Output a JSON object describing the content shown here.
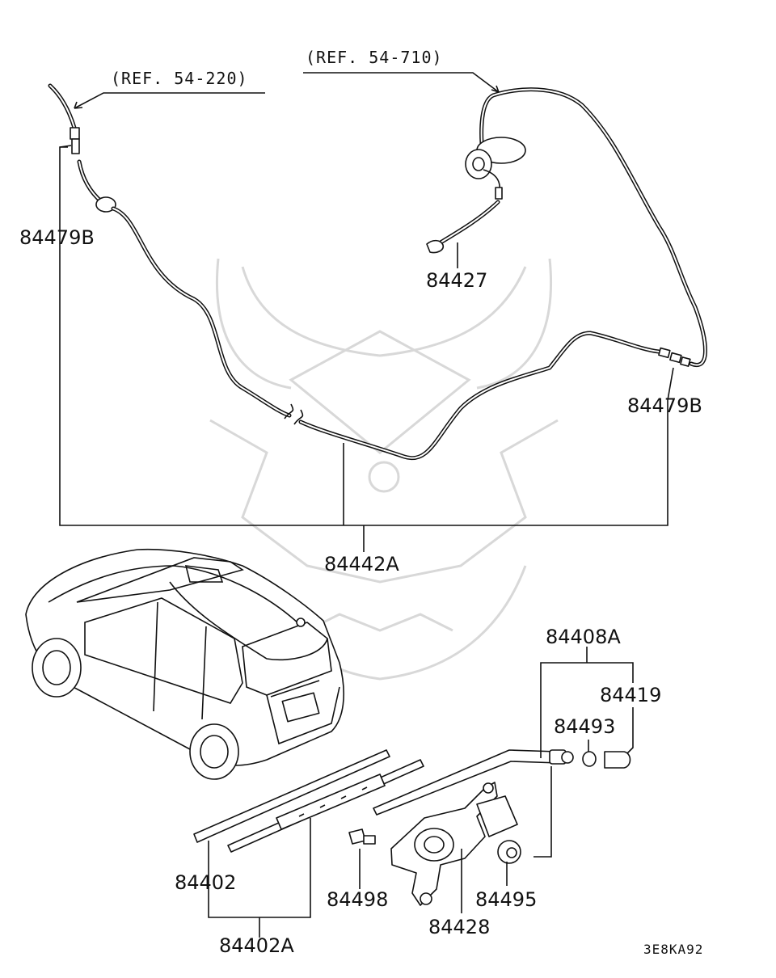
{
  "refs": {
    "washer_tube": "(REF. 54-220)",
    "washer_tank": "(REF. 54-710)"
  },
  "parts": {
    "joint_left": "84479B",
    "joint_right": "84479B",
    "nozzle": "84427",
    "hose_assy": "84442A",
    "arm_assy": "84408A",
    "arm_cap": "84419",
    "arm_nut": "84493",
    "blade": "84402",
    "blade_assy": "84402A",
    "bolt": "84498",
    "motor": "84428",
    "grommet": "84495"
  },
  "diagram_code": "3E8KA92"
}
